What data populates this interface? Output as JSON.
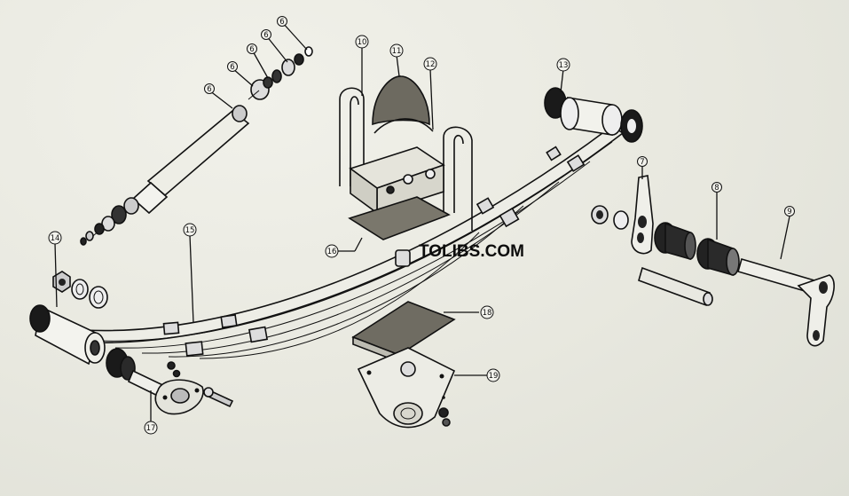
{
  "watermark": "TOLIBS.COM",
  "callouts": [
    {
      "id": "c6a",
      "text": "6"
    },
    {
      "id": "c6b",
      "text": "6"
    },
    {
      "id": "c6c",
      "text": "6"
    },
    {
      "id": "c6d",
      "text": "6"
    },
    {
      "id": "c6e",
      "text": "6"
    },
    {
      "id": "c7top",
      "text": "7"
    },
    {
      "id": "c7",
      "text": "7"
    },
    {
      "id": "c8",
      "text": "8"
    },
    {
      "id": "c9",
      "text": "9"
    },
    {
      "id": "c10",
      "text": "10"
    },
    {
      "id": "c11",
      "text": "11"
    },
    {
      "id": "c12",
      "text": "12"
    },
    {
      "id": "c13",
      "text": "13"
    },
    {
      "id": "c14",
      "text": "14"
    },
    {
      "id": "c15",
      "text": "15"
    },
    {
      "id": "c16",
      "text": "16"
    },
    {
      "id": "c17",
      "text": "17"
    },
    {
      "id": "c18",
      "text": "18"
    },
    {
      "id": "c19",
      "text": "19"
    }
  ]
}
